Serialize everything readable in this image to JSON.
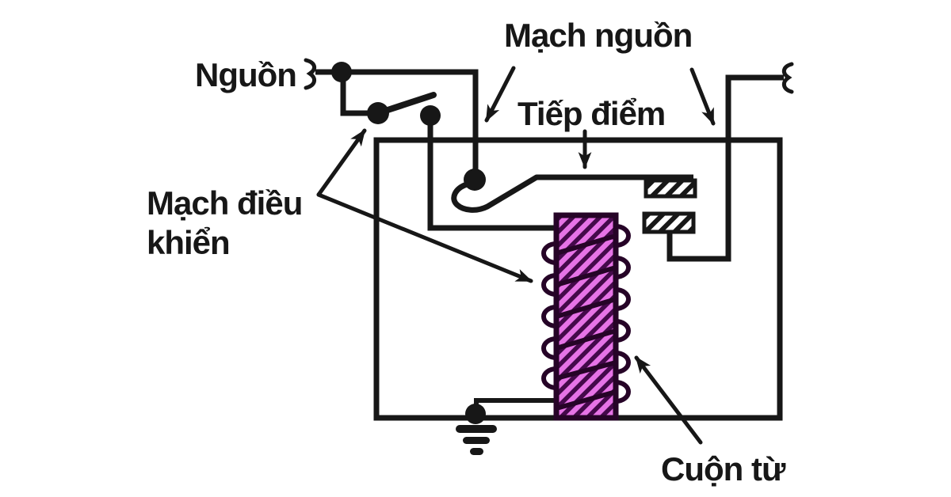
{
  "diagram": {
    "type": "relay-circuit-schematic",
    "labels": {
      "source": "Nguồn",
      "power_circuit": "Mạch nguồn",
      "contact": "Tiếp điểm",
      "control_circuit_line1": "Mạch điều",
      "control_circuit_line2": "khiển",
      "coil": "Cuộn từ"
    },
    "colors": {
      "background": "#ffffff",
      "ink": "#171717",
      "coil_stripe": "#e673e6",
      "coil_base": "#44094a",
      "coil_outline": "#260427"
    }
  }
}
